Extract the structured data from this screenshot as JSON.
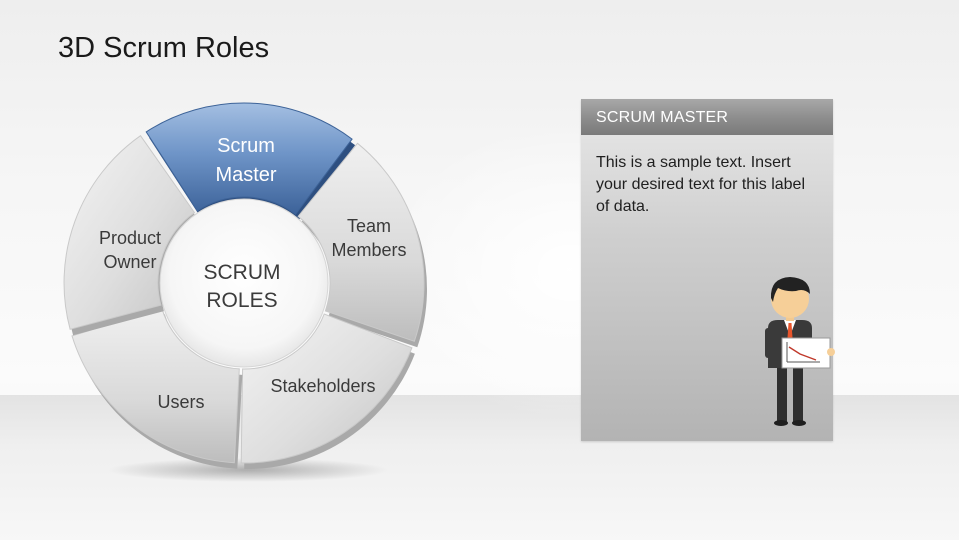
{
  "slide": {
    "title": "3D Scrum Roles"
  },
  "cycle": {
    "center_line1": "SCRUM",
    "center_line2": "ROLES",
    "segments": [
      {
        "id": "scrum-master",
        "lines": [
          "Scrum",
          "Master"
        ],
        "highlighted": true
      },
      {
        "id": "team-members",
        "lines": [
          "Team",
          "Members"
        ],
        "highlighted": false
      },
      {
        "id": "stakeholders",
        "lines": [
          "Stakeholders"
        ],
        "highlighted": false
      },
      {
        "id": "users",
        "lines": [
          "Users"
        ],
        "highlighted": false
      },
      {
        "id": "product-owner",
        "lines": [
          "Product",
          "Owner"
        ],
        "highlighted": false
      }
    ],
    "colors": {
      "highlight": "#5b82b8",
      "segment": "#e0e0e0",
      "label": "#3a3a3a"
    }
  },
  "info_panel": {
    "header": "SCRUM MASTER",
    "body": "This is a sample text. Insert your desired text for this label of data."
  }
}
